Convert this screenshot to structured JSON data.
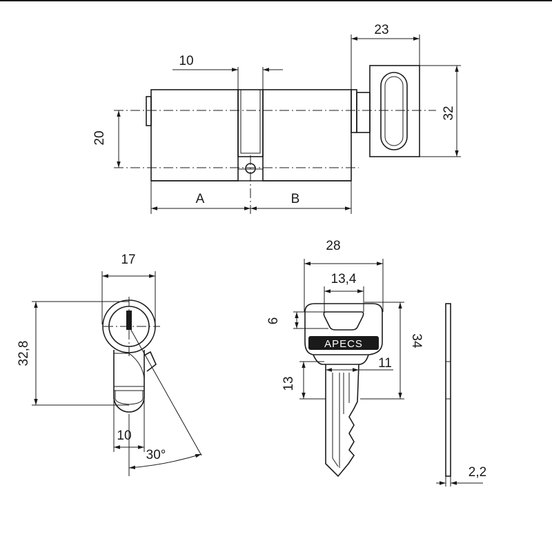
{
  "dimensions": {
    "top_slot_width": "10",
    "top_knob_length": "23",
    "top_knob_height": "32",
    "top_center_height": "20",
    "top_side_a": "A",
    "top_side_b": "B",
    "profile_width": "17",
    "profile_height": "32,8",
    "profile_cam_width": "10",
    "profile_angle": "30°",
    "key_width": "28",
    "key_inner_width": "13,4",
    "key_head_offset": "6",
    "key_length": "34",
    "key_blade_width": "11",
    "key_blade_height": "13",
    "key_thickness": "2,2"
  },
  "brand": "APECS",
  "colors": {
    "line": "#1a1a1a",
    "background": "#ffffff",
    "logo_bg": "#1a1a1a"
  }
}
